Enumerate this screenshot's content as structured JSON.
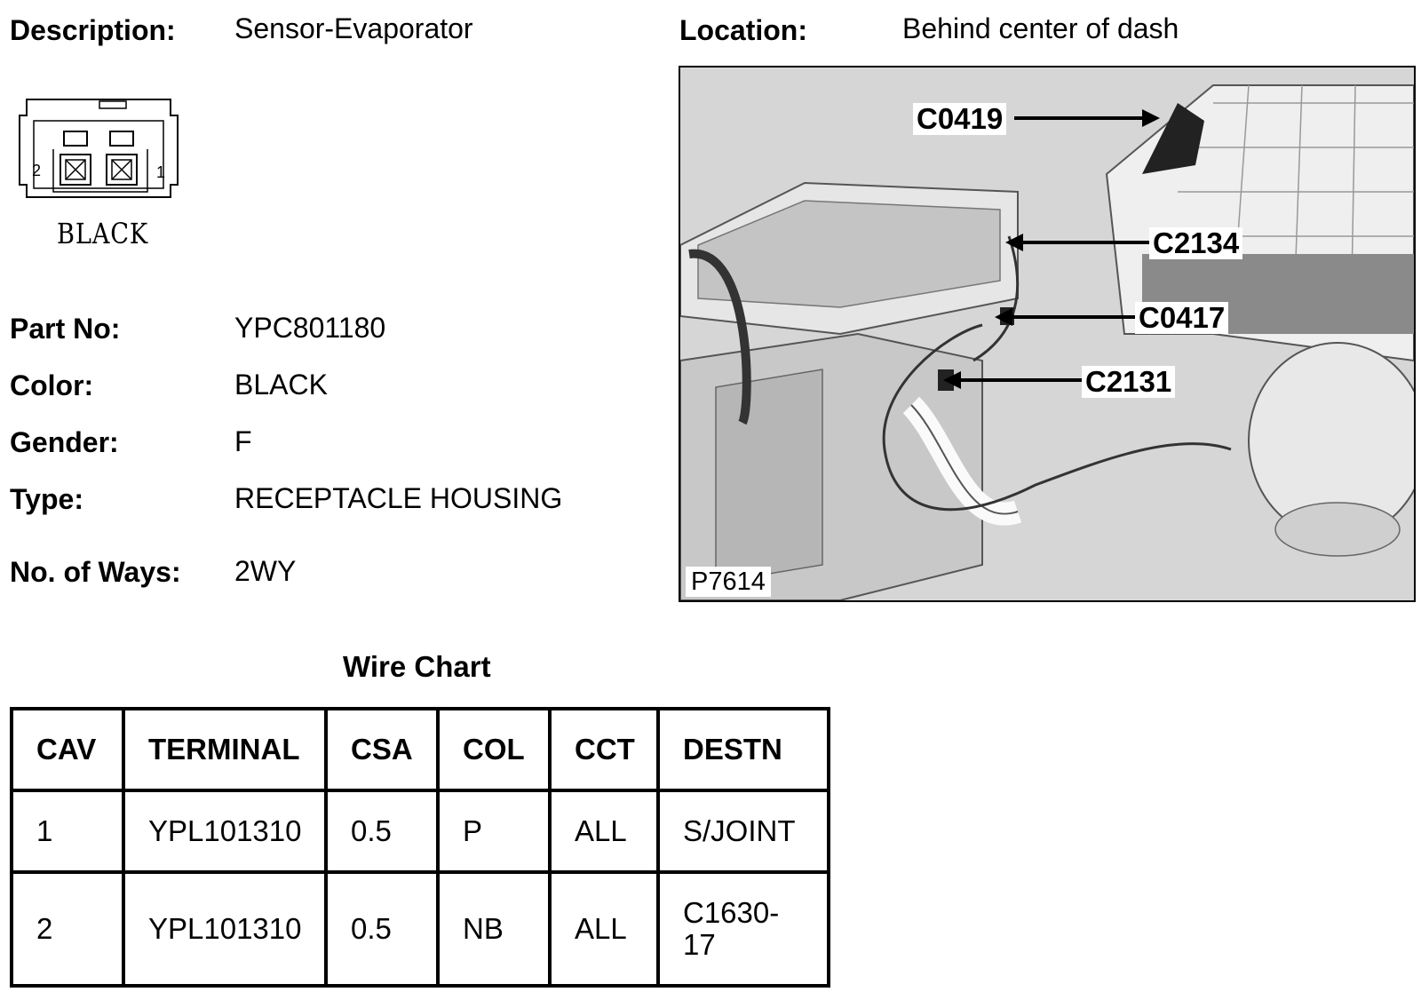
{
  "header": {
    "description_label": "Description:",
    "description_value": "Sensor-Evaporator",
    "location_label": "Location:",
    "location_value": "Behind center of dash"
  },
  "connector_diagram": {
    "color_text": "BLACK",
    "pin_left": "2",
    "pin_right": "1"
  },
  "details": {
    "part_no_label": "Part No:",
    "part_no_value": "YPC801180",
    "color_label": "Color:",
    "color_value": "BLACK",
    "gender_label": "Gender:",
    "gender_value": "F",
    "type_label": "Type:",
    "type_value": "RECEPTACLE HOUSING",
    "ways_label": "No. of Ways:",
    "ways_value": "2WY"
  },
  "photo": {
    "callouts": [
      "C0419",
      "C2134",
      "C0417",
      "C2131"
    ],
    "photo_id": "P7614"
  },
  "wire_chart": {
    "title": "Wire Chart",
    "headers": [
      "CAV",
      "TERMINAL",
      "CSA",
      "COL",
      "CCT",
      "DESTN"
    ],
    "rows": [
      [
        "1",
        "YPL101310",
        "0.5",
        "P",
        "ALL",
        "S/JOINT"
      ],
      [
        "2",
        "YPL101310",
        "0.5",
        "NB",
        "ALL",
        "C1630-17"
      ]
    ]
  }
}
